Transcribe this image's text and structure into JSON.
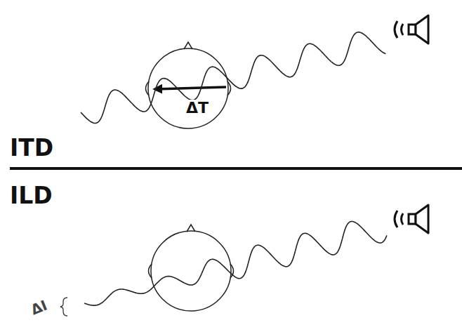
{
  "diagram": {
    "labels": [
      "ΔT",
      "ITD",
      "ILD",
      "ΔI"
    ]
  }
}
